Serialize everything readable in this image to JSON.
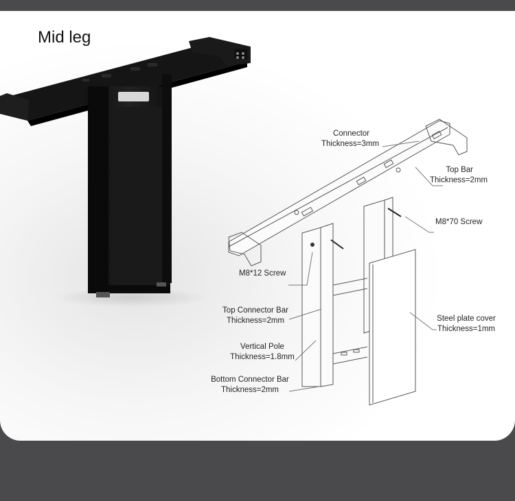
{
  "title": "Mid leg",
  "labels": {
    "connector": {
      "name": "Connector",
      "spec": "Thickness=3mm"
    },
    "top_bar": {
      "name": "Top Bar",
      "spec": "Thickness=2mm"
    },
    "m8_70": {
      "name": "M8*70 Screw"
    },
    "m8_12": {
      "name": "M8*12 Screw"
    },
    "top_connector_bar": {
      "name": "Top Connector Bar",
      "spec": "Thickness=2mm"
    },
    "steel_plate_cover": {
      "name": "Steel plate cover",
      "spec": "Thickness=1mm"
    },
    "vertical_pole": {
      "name": "Vertical Pole",
      "spec": "Thickness=1.8mm"
    },
    "bottom_connector_bar": {
      "name": "Bottom Connector Bar",
      "spec": "Thickness=2mm"
    }
  },
  "colors": {
    "frame": "#141414",
    "background": "#4a4a4c",
    "panel": "#f5f5f5",
    "line": "#555555"
  }
}
